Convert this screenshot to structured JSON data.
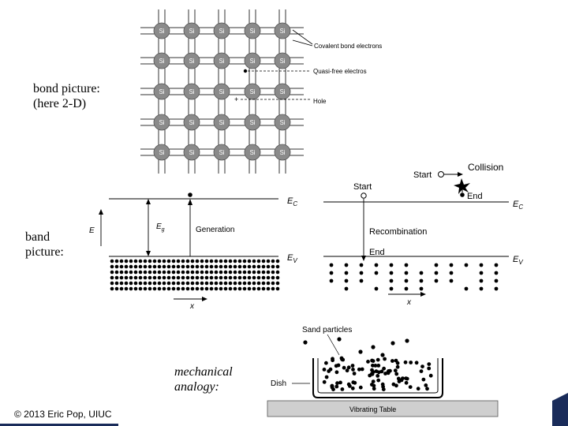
{
  "slide": {
    "bond_label_line1": "bond picture:",
    "bond_label_line2": "(here 2-D)",
    "band_label_line1": "band",
    "band_label_line2": "picture:",
    "mechanical_line1": "mechanical",
    "mechanical_line2": "analogy:",
    "copyright": "© 2013 Eric Pop, UIUC"
  },
  "lattice": {
    "atom_label": "Si",
    "covalent_label": "Covalent bond electrons",
    "quasifree_label": "Quasi-free electros",
    "hole_label": "Hole"
  },
  "band_left": {
    "ec_label": "E",
    "ec_sub": "C",
    "ev_label": "E",
    "ev_sub": "V",
    "eg_label": "E",
    "eg_sub": "g",
    "e_axis": "E",
    "x_axis": "x",
    "generation_label": "Generation"
  },
  "band_right": {
    "start_top": "Start",
    "collision": "Collision",
    "end_top": "End",
    "start_mid": "Start",
    "recombination": "Recombination",
    "end_mid": "End",
    "ec_label": "E",
    "ec_sub": "C",
    "ev_label": "E",
    "ev_sub": "V",
    "x_axis": "x"
  },
  "analogy": {
    "sand_label": "Sand particles",
    "dish_label": "Dish",
    "table_label": "Vibrating Table"
  },
  "colors": {
    "atom": "#8a8a8a",
    "line": "#000000"
  }
}
